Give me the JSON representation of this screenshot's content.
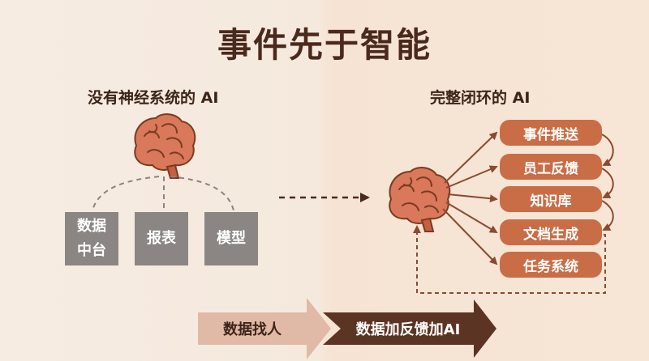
{
  "title": "事件先于智能",
  "left": {
    "subtitle": "没有神经系统的 AI",
    "boxes": [
      "数据\n中台",
      "报表",
      "模型"
    ]
  },
  "right": {
    "subtitle": "完整闭环的 AI",
    "items": [
      "事件推送",
      "员工反馈",
      "知识库",
      "文档生成",
      "任务系统"
    ]
  },
  "bottom": {
    "left_label": "数据找人",
    "right_label": "数据加反馈加AI"
  },
  "colors": {
    "brain": "#d9785a",
    "pill": "#c96d46",
    "gray_box": "#8b8683",
    "dark_arrow": "#5b3424",
    "light_arrow": "#e1b9a7"
  }
}
